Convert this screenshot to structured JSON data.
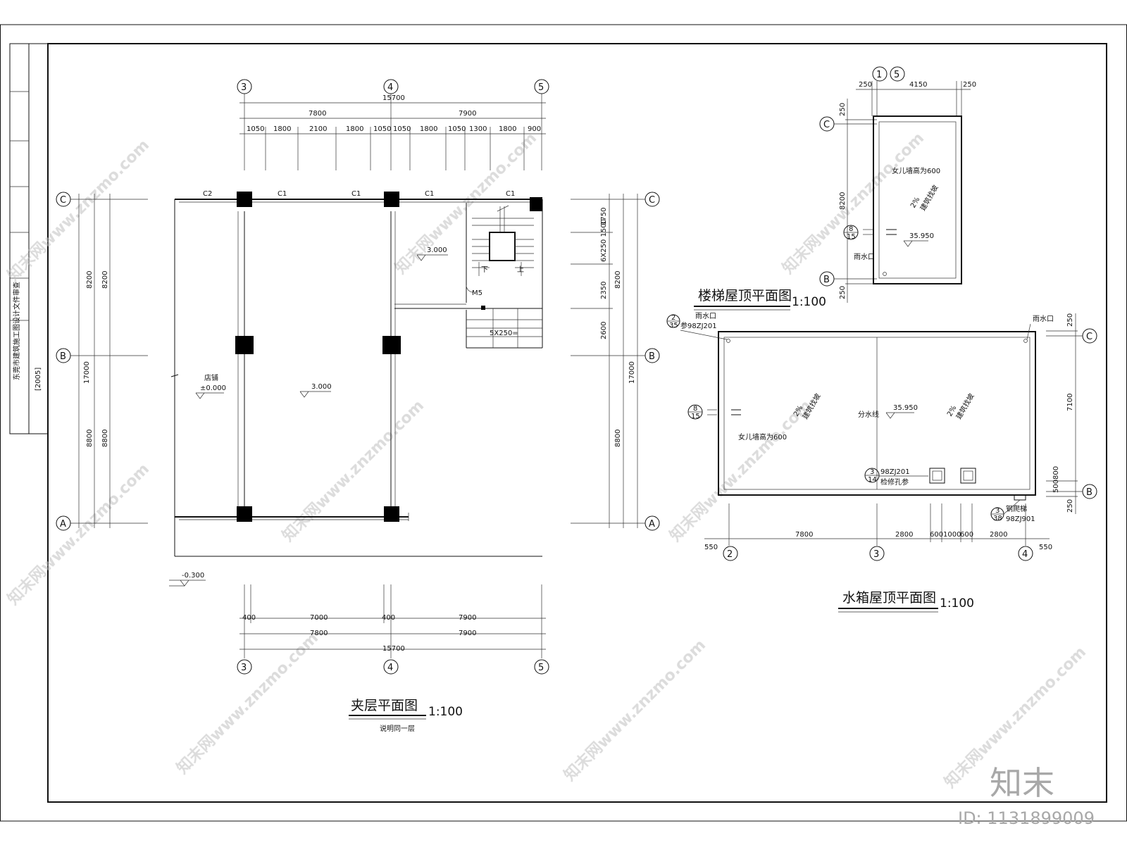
{
  "title_block": {
    "side_text": "东莞市建筑施工图设计文件审查",
    "year": "[2005]"
  },
  "mezzanine_plan": {
    "title": "夹层平面图",
    "scale": "1:100",
    "note": "说明同一层",
    "axes": {
      "a3": "3",
      "a4": "4",
      "a5": "5",
      "aA": "A",
      "aB": "B",
      "aC": "C"
    },
    "top_total": "15700",
    "top_mid": [
      "7800",
      "7900"
    ],
    "top_detail": [
      "1050",
      "1800",
      "2100",
      "1800",
      "1050",
      "1050",
      "1800",
      "1050",
      "1300",
      "1800",
      "900"
    ],
    "bottom_first": [
      "400",
      "7000",
      "400",
      "7900"
    ],
    "bottom_mid": [
      "7800",
      "7900"
    ],
    "bottom_total": "15700",
    "left_dims": [
      "8200",
      "8200",
      "17000",
      "8800",
      "8800"
    ],
    "right_detail": [
      "1750",
      "6X250 1500",
      "2350",
      "2600"
    ],
    "right_dims": [
      "8200",
      "17000",
      "8800"
    ],
    "windows": [
      "C2",
      "C1",
      "C1",
      "C1",
      "C1"
    ],
    "room_name": "店铺",
    "level_shop": "±0.000",
    "level_main": "3.000",
    "level_stair": "3.000",
    "level_out": "-0.300",
    "door": "M5",
    "steps": "5X250=",
    "stair_down": "下",
    "stair_up": "上"
  },
  "stair_roof_plan": {
    "title": "楼梯屋顶平面图",
    "scale": "1:100",
    "axes": {
      "a1": "1",
      "a5": "5",
      "aC": "C",
      "aB": "B"
    },
    "top_dims": [
      "250",
      "4150",
      "250"
    ],
    "left_dims": [
      "250",
      "8200",
      "250"
    ],
    "parapet": "女儿墙高为600",
    "slope": "2%",
    "slope_note": "建筑找坡",
    "level": "35.950",
    "drain": "雨水口",
    "detail_num": "8",
    "detail_sheet": "15"
  },
  "water_tank_roof_plan": {
    "title": "水箱屋顶平面图",
    "scale": "1:100",
    "axes": {
      "a2": "2",
      "a3": "3",
      "a4": "4",
      "aC": "C",
      "aB": "B"
    },
    "bottom_dims": [
      "550",
      "7800",
      "2800",
      "600",
      "1000",
      "600",
      "2800",
      "550"
    ],
    "right_dims": [
      "250",
      "7100",
      "800",
      "500",
      "250"
    ],
    "drain_left": "雨水口",
    "drain_right": "雨水口",
    "ref_left": "参98ZJ201",
    "ref_left_num": "2",
    "ref_left_sheet": "35",
    "detail_num": "8",
    "detail_sheet": "15",
    "slope": "2%",
    "slope_note": "建筑找坡",
    "ridge": "分水线",
    "level": "35.950",
    "parapet": "女儿墙高为600",
    "hatch_ref": "98ZJ201",
    "hatch_num": "3",
    "hatch_sheet": "14",
    "hatch_label": "检修孔参",
    "ladder": "钢爬梯",
    "ladder_ref": "98ZJ901",
    "ladder_num": "3",
    "ladder_sheet": "38"
  },
  "watermark": {
    "text": "知末网www.znzmo.com",
    "logo": "知末",
    "id": "ID: 1131899009"
  }
}
